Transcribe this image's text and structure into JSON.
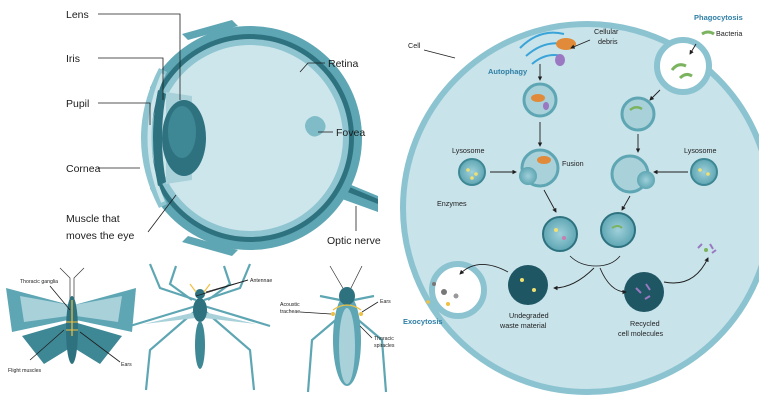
{
  "eye": {
    "labels": {
      "lens": "Lens",
      "iris": "Iris",
      "pupil": "Pupil",
      "cornea": "Cornea",
      "muscle_line1": "Muscle that",
      "muscle_line2": "moves the eye",
      "retina": "Retina",
      "fovea": "Fovea",
      "optic_nerve": "Optic nerve"
    }
  },
  "insects": {
    "moth": {
      "thoracic_ganglia": "Thoracic ganglia",
      "flight_muscles": "Flight muscles",
      "ears": "Ears"
    },
    "mosquito": {
      "antennae": "Antennae"
    },
    "grasshopper": {
      "acoustic_line1": "Acoustic",
      "acoustic_line2": "tracheae",
      "ears": "Ears",
      "spiracles_line1": "Thoracic",
      "spiracles_line2": "spiracles"
    }
  },
  "cell": {
    "cell": "Cell",
    "cellular_debris_line1": "Cellular",
    "cellular_debris_line2": "debris",
    "autophagy": "Autophagy",
    "phagocytosis": "Phagocytosis",
    "bacteria": "Bacteria",
    "lysosome_left": "Lysosome",
    "lysosome_right": "Lysosome",
    "enzymes": "Enzymes",
    "fusion": "Fusion",
    "exocytosis": "Exocytosis",
    "undegraded_line1": "Undegraded",
    "undegraded_line2": "waste material",
    "recycled_line1": "Recycled",
    "recycled_line2": "cell molecules"
  },
  "colors": {
    "cell_fill": "#c8e3ea",
    "cell_border": "#8cc3d0",
    "teal_dark": "#2e7280",
    "teal_mid": "#5ea6b3",
    "teal_light": "#a9d1da",
    "title_blue": "#2f7fa6"
  }
}
